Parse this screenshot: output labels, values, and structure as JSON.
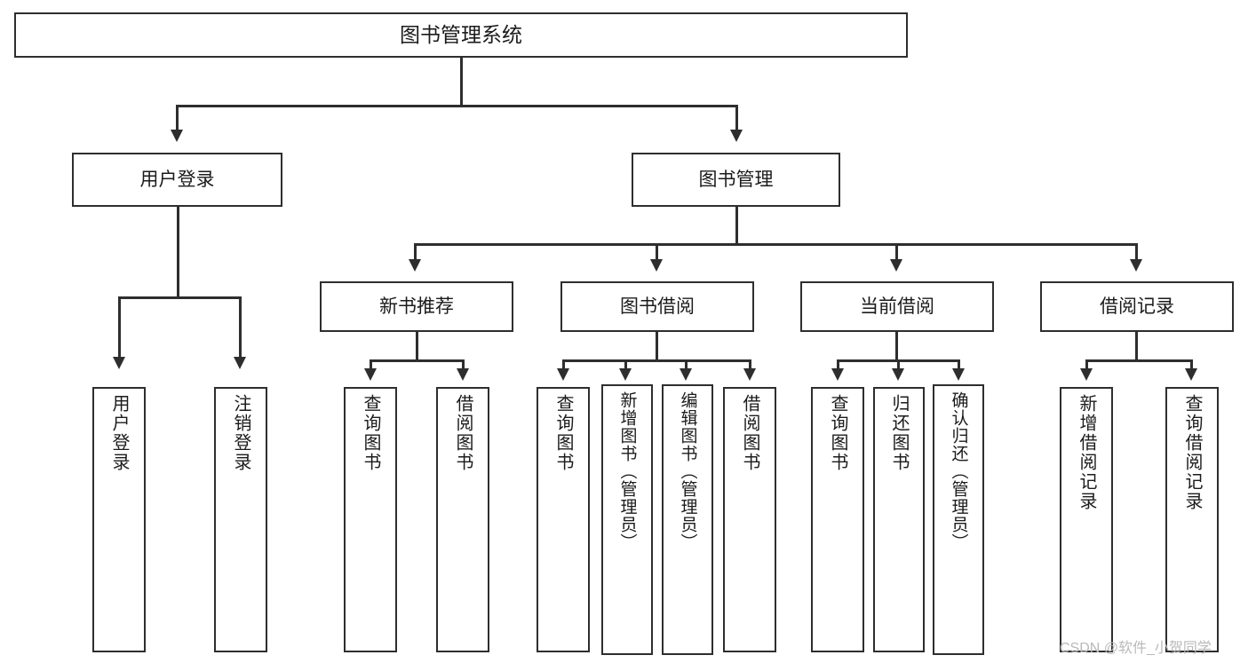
{
  "diagram": {
    "title": "图书管理系统",
    "type": "hierarchy-tree",
    "root": {
      "label": "图书管理系统"
    },
    "level1": [
      {
        "label": "用户登录"
      },
      {
        "label": "图书管理"
      }
    ],
    "level2": [
      {
        "label": "新书推荐"
      },
      {
        "label": "图书借阅"
      },
      {
        "label": "当前借阅"
      },
      {
        "label": "借阅记录"
      }
    ],
    "leaves": {
      "user_login": [
        {
          "label": "用户登录"
        },
        {
          "label": "注销登录"
        }
      ],
      "new_book_recommend": [
        {
          "label": "查询图书"
        },
        {
          "label": "借阅图书"
        }
      ],
      "book_borrow": [
        {
          "label": "查询图书"
        },
        {
          "label": "新增图书（管理员）"
        },
        {
          "label": "编辑图书（管理员）"
        },
        {
          "label": "借阅图书"
        }
      ],
      "current_borrow": [
        {
          "label": "查询图书"
        },
        {
          "label": "归还图书"
        },
        {
          "label": "确认归还（管理员）"
        }
      ],
      "borrow_records": [
        {
          "label": "新增借阅记录"
        },
        {
          "label": "查询借阅记录"
        }
      ]
    }
  },
  "watermark": {
    "text": "CSDN @软件_小贺同学"
  },
  "colors": {
    "stroke": "#2e2e2e",
    "fill": "#ffffff",
    "text": "#1b1b1b",
    "watermark": "#b9b9b9"
  }
}
